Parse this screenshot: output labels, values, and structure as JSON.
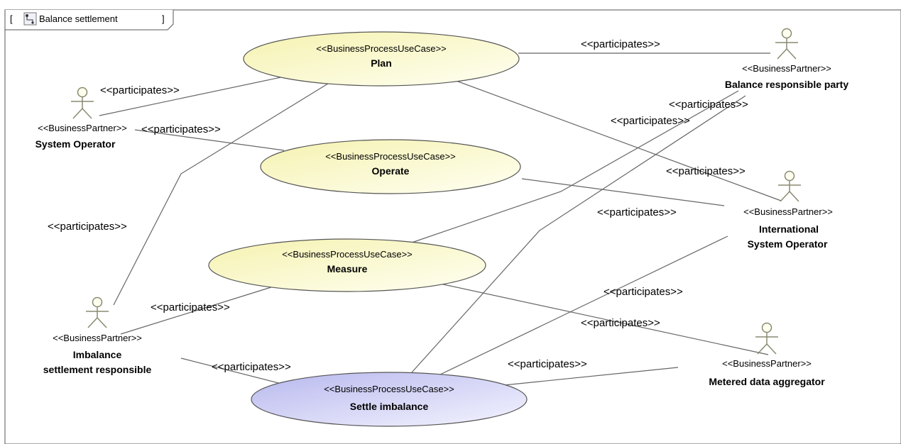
{
  "frame": {
    "label_prefix": "[",
    "title": "Balance settlement",
    "label_suffix": "]",
    "icon": "activity-diagram-icon"
  },
  "use_cases": {
    "plan": {
      "stereotype": "<<BusinessProcessUseCase>>",
      "name": "Plan"
    },
    "operate": {
      "stereotype": "<<BusinessProcessUseCase>>",
      "name": "Operate"
    },
    "measure": {
      "stereotype": "<<BusinessProcessUseCase>>",
      "name": "Measure"
    },
    "settle": {
      "stereotype": "<<BusinessProcessUseCase>>",
      "name": "Settle imbalance",
      "highlighted": true
    }
  },
  "actors": {
    "system_operator": {
      "stereotype": "<<BusinessPartner>>",
      "name_lines": [
        "System Operator"
      ]
    },
    "balance_responsible": {
      "stereotype": "<<BusinessPartner>>",
      "name_lines": [
        "Balance responsible party"
      ]
    },
    "international_operator": {
      "stereotype": "<<BusinessPartner>>",
      "name_lines": [
        "International",
        "System Operator"
      ]
    },
    "imbalance_settlement": {
      "stereotype": "<<BusinessPartner>>",
      "name_lines": [
        "Imbalance",
        "settlement responsible"
      ]
    },
    "metered_aggregator": {
      "stereotype": "<<BusinessPartner>>",
      "name_lines": [
        "Metered data aggregator"
      ]
    }
  },
  "relationship_label": "<<participates>>",
  "colors": {
    "use_case_fill": "#fcfad0",
    "use_case_highlight_fill": "#c8c8f4",
    "line": "#666666"
  }
}
